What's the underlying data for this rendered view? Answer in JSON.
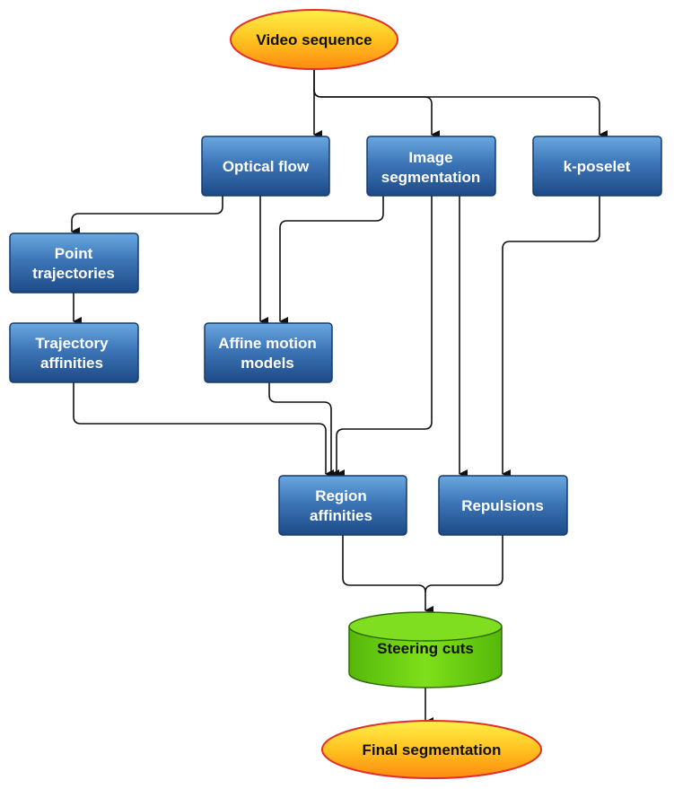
{
  "nodes": {
    "video_sequence": {
      "label": "Video sequence"
    },
    "optical_flow": {
      "label": "Optical flow"
    },
    "image_segmentation": {
      "line1": "Image",
      "line2": "segmentation"
    },
    "k_poselet": {
      "label": "k-poselet"
    },
    "point_trajectories": {
      "line1": "Point",
      "line2": "trajectories"
    },
    "trajectory_affinities": {
      "line1": "Trajectory",
      "line2": "affinities"
    },
    "affine_motion_models": {
      "line1": "Affine motion",
      "line2": "models"
    },
    "region_affinities": {
      "line1": "Region",
      "line2": "affinities"
    },
    "repulsions": {
      "label": "Repulsions"
    },
    "steering_cuts": {
      "label": "Steering cuts"
    },
    "final_segmentation": {
      "label": "Final segmentation"
    }
  },
  "colors": {
    "process_box_top": "#5b9bd5",
    "process_box_bottom": "#1f4e8c",
    "ellipse_fill_top": "#ffe033",
    "ellipse_fill_bottom": "#ff9a1a",
    "ellipse_border": "#e0302a",
    "cylinder_fill": "#66cc11",
    "arrow": "#111111"
  },
  "edges": [
    {
      "from": "Video sequence",
      "to": "Optical flow"
    },
    {
      "from": "Video sequence",
      "to": "Image segmentation"
    },
    {
      "from": "Video sequence",
      "to": "k-poselet"
    },
    {
      "from": "Optical flow",
      "to": "Point trajectories"
    },
    {
      "from": "Optical flow",
      "to": "Affine motion models"
    },
    {
      "from": "Image segmentation",
      "to": "Affine motion models"
    },
    {
      "from": "Image segmentation",
      "to": "Region affinities"
    },
    {
      "from": "Image segmentation",
      "to": "Repulsions"
    },
    {
      "from": "k-poselet",
      "to": "Repulsions"
    },
    {
      "from": "Point trajectories",
      "to": "Trajectory affinities"
    },
    {
      "from": "Trajectory affinities",
      "to": "Region affinities"
    },
    {
      "from": "Affine motion models",
      "to": "Region affinities"
    },
    {
      "from": "Region affinities",
      "to": "Steering cuts"
    },
    {
      "from": "Repulsions",
      "to": "Steering cuts"
    },
    {
      "from": "Steering cuts",
      "to": "Final segmentation"
    }
  ]
}
